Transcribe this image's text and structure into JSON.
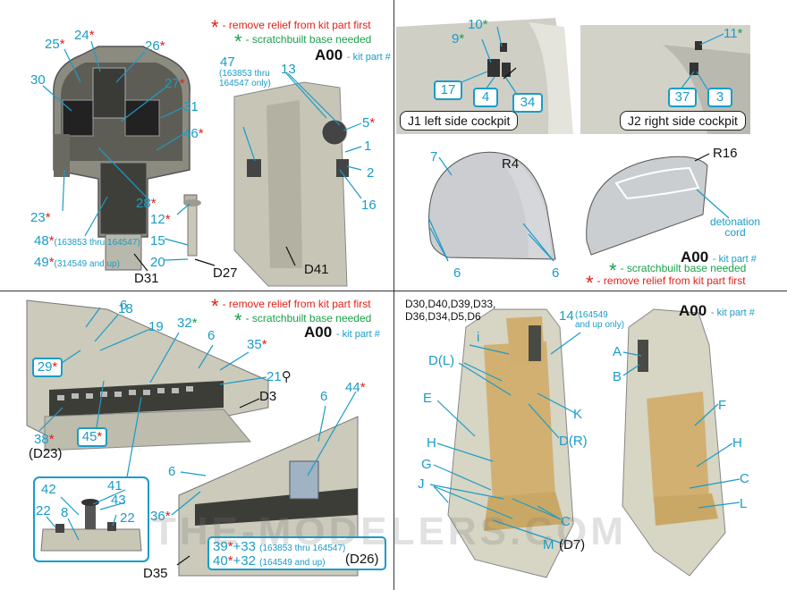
{
  "legend": {
    "remove_relief": "- remove relief from kit part first",
    "scratchbuilt": "- scratchbuilt base needed",
    "kit_code": "A00",
    "kit_part": "- kit part #"
  },
  "p1": {
    "l24": "24",
    "l25": "25",
    "l26": "26",
    "l27": "27",
    "l30": "30",
    "l31": "31",
    "l46": "46",
    "l23": "23",
    "l28": "28",
    "l48": "48",
    "l48_note": "(163853 thru 164547)",
    "l49": "49",
    "l49_note": "(314549 and up)",
    "l12": "12",
    "l15": "15",
    "l20": "20",
    "d31": "D31",
    "d27": "D27",
    "l47": "47",
    "l47_note": "(163853 thru 164547 only)",
    "l13": "13",
    "l5": "5",
    "l1": "1",
    "l2": "2",
    "l16": "16",
    "d41": "D41"
  },
  "p2": {
    "l10": "10",
    "l9": "9",
    "l17": "17",
    "l4": "4",
    "l34": "34",
    "l11": "11",
    "l37": "37",
    "l3": "3",
    "j1": "J1 left side cockpit",
    "j2": "J2  right side cockpit",
    "l7": "7",
    "r4": "R4",
    "l6a": "6",
    "l6b": "6",
    "r16": "R16",
    "detonation": "detonation cord"
  },
  "p3": {
    "l6a": "6",
    "l18": "18",
    "l19": "19",
    "l32": "32",
    "l6b": "6",
    "l35": "35",
    "l29": "29",
    "l21": "21",
    "d3": "D3",
    "l6c": "6",
    "l44": "44",
    "l38": "38",
    "d23": "(D23)",
    "l45": "45",
    "l6d": "6",
    "l42": "42",
    "l41": "41",
    "l43": "43",
    "l22a": "22",
    "l8": "8",
    "l22b": "22",
    "l36": "36",
    "d35": "D35",
    "combo1_a": "39",
    "combo1_b": "+33",
    "combo1_note": "(163853 thru 164547)",
    "combo2_a": "40",
    "combo2_b": "+32",
    "combo2_note": "(164549 and up)",
    "d26": "(D26)"
  },
  "p4": {
    "dlist1": "D30,D40,D39,D33,",
    "dlist2": "D36,D34,D5,D6",
    "l14": "14",
    "l14_note": "(164549 and up only)",
    "li": "i",
    "ldl": "D(L)",
    "le": "E",
    "lk": "K",
    "ldr": "D(R)",
    "lh": "H",
    "lg": "G",
    "lj": "J",
    "lc": "C",
    "lm": "M",
    "d7": "(D7)",
    "la": "A",
    "lb": "B",
    "lf": "F",
    "lh2": "H",
    "lc2": "C",
    "ll": "L"
  },
  "watermark": "THE-MODELERS.COM",
  "colors": {
    "label": "#1a9cc8",
    "relief_star": "#e0201a",
    "scratch_star": "#1aa04a",
    "part_fill": "#d9d8cc"
  }
}
